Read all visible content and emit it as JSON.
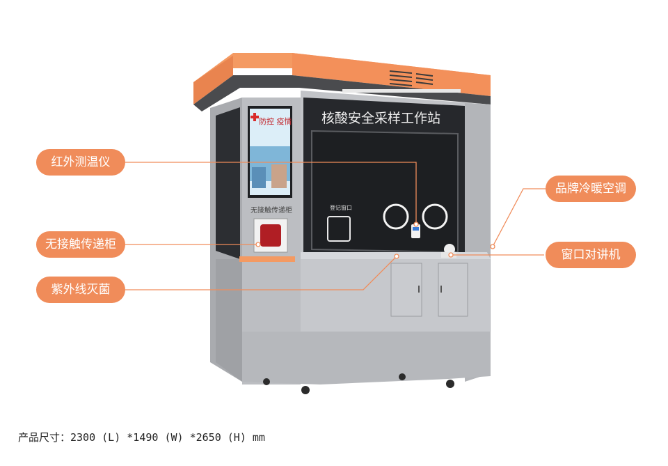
{
  "booth": {
    "title": "核酸安全采样工作站",
    "poster_text": "防控 疫情",
    "pass_cabinet_label": "无接触传递柜",
    "window_label": "登记窗口"
  },
  "callouts": [
    {
      "label": "红外测温仪"
    },
    {
      "label": "无接触传递柜"
    },
    {
      "label": "紫外线灭菌"
    },
    {
      "label": "品牌冷暖空调"
    },
    {
      "label": "窗口对讲机"
    }
  ],
  "caption": "产品尺寸：2300 (L) *1490 (W) *2650 (H) mm",
  "colors": {
    "accent": "#f08c5a",
    "roof": "#f59a61",
    "body": "#b9bbbf",
    "glass": "#2a2c30"
  }
}
